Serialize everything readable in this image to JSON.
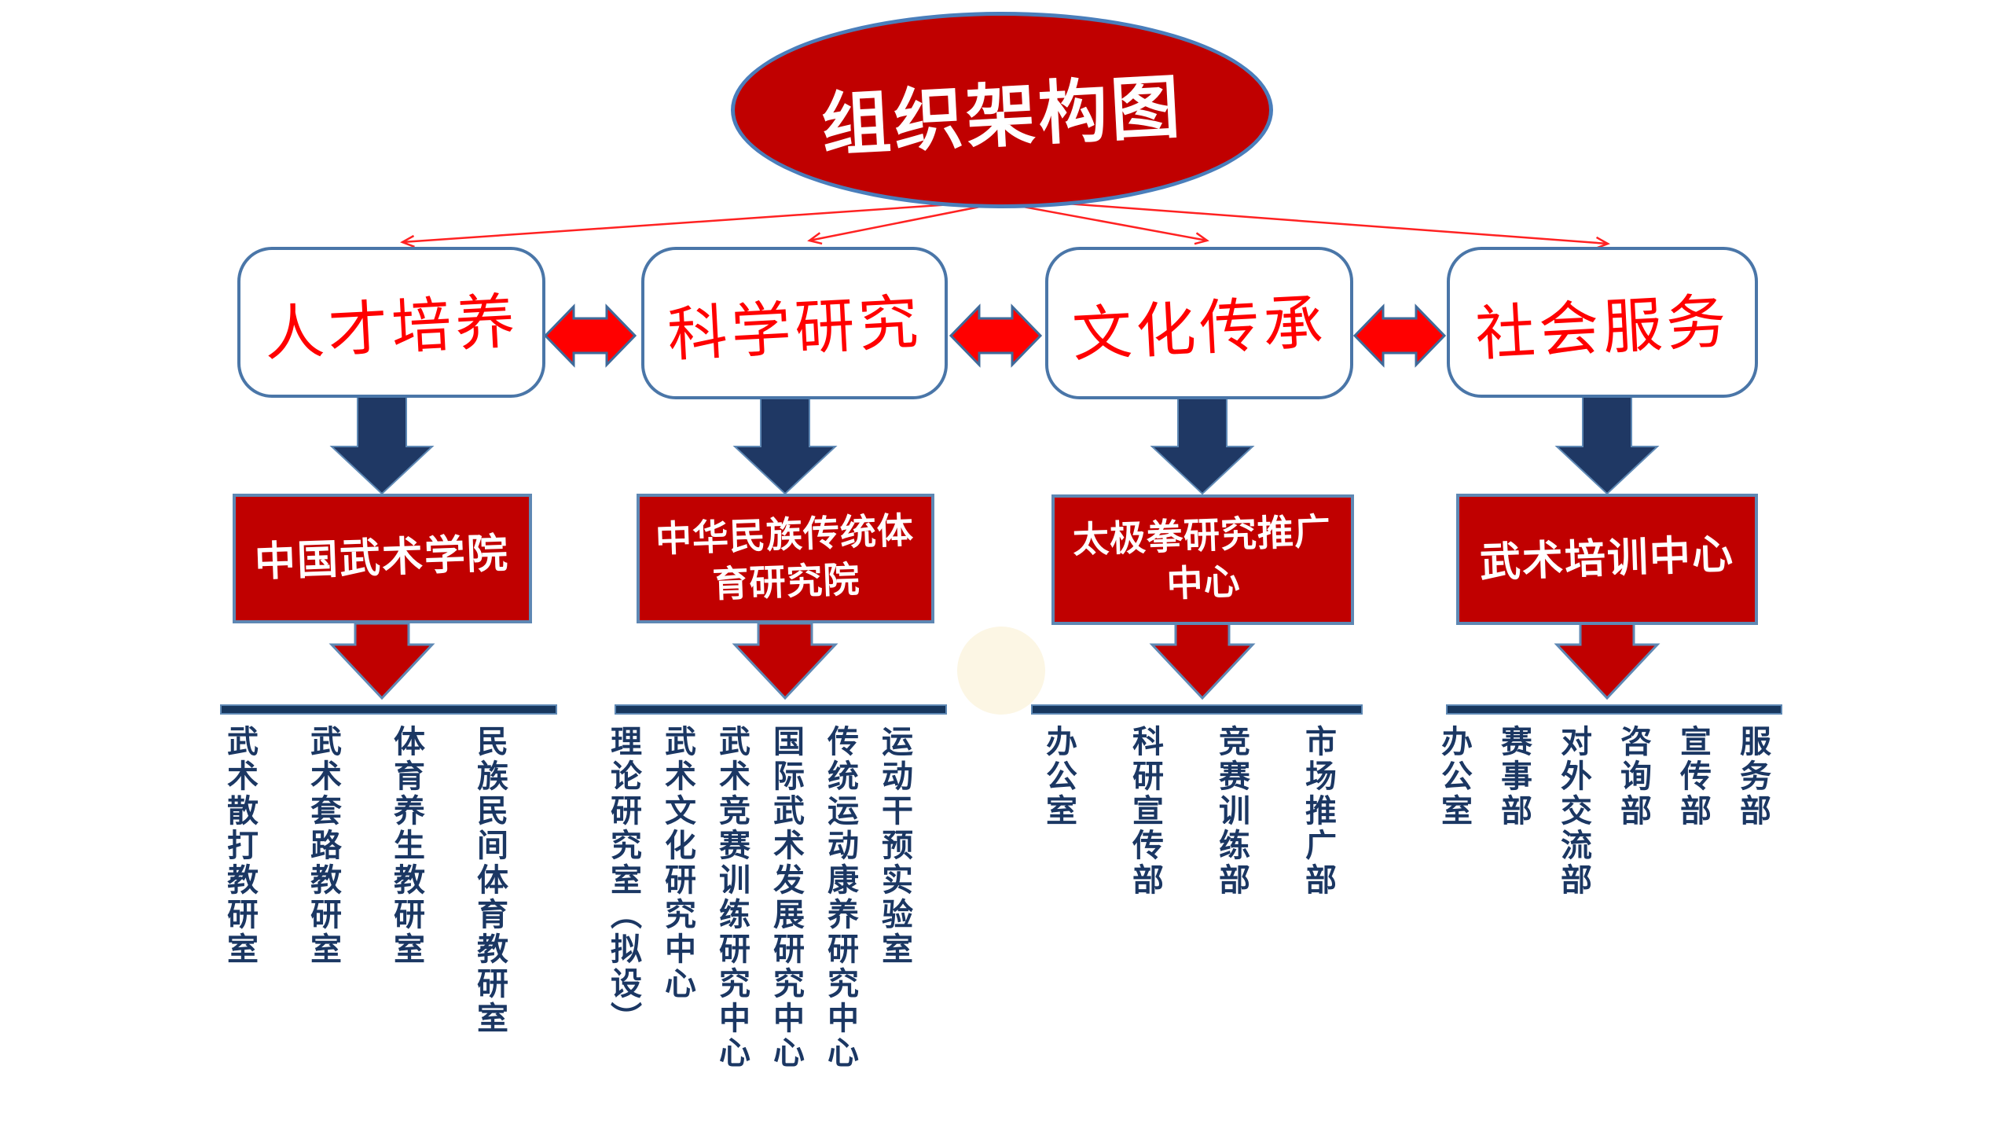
{
  "title": "组织架构图",
  "colors": {
    "dark_red": "#C00000",
    "bright_red": "#FF0000",
    "navy": "#1F3864",
    "line_navy": "#17375E",
    "steel_blue": "#5E88B4",
    "box_border_blue": "#4A76A8",
    "cream_accent": "#FCF6E4"
  },
  "pillars": [
    {
      "label": "人才培养",
      "unit": "中国武术学院",
      "departments": [
        "武术散打教研室",
        "武术套路教研室",
        "体育养生教研室",
        "民族民间体育教研室"
      ]
    },
    {
      "label": "科学研究",
      "unit": "中华民族传统体育研究院",
      "departments": [
        "理论研究室（拟设）",
        "武术文化研究中心",
        "武术竞赛训练研究中心",
        "国际武术发展研究中心",
        "传统运动康养研究中心",
        "运动干预实验室"
      ]
    },
    {
      "label": "文化传承",
      "unit": "太极拳研究推广中心",
      "departments": [
        "办公室",
        "科研宣传部",
        "竞赛训练部",
        "市场推广部"
      ]
    },
    {
      "label": "社会服务",
      "unit": "武术培训中心",
      "departments": [
        "办公室",
        "赛事部",
        "对外交流部",
        "咨询部",
        "宣传部",
        "服务部"
      ]
    }
  ]
}
